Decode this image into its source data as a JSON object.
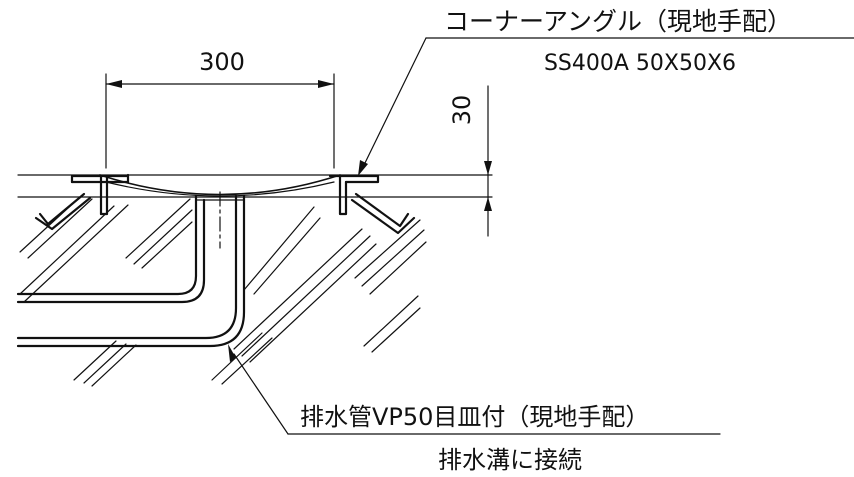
{
  "labels": {
    "corner_angle_title": "コーナーアングル（現地手配）",
    "corner_angle_spec": "SS400A 50X50X6",
    "drain_pipe_title": "排水管VP50目皿付（現地手配）",
    "drain_pipe_note": "排水溝に接続"
  },
  "dimensions": {
    "width": "300",
    "height": "30"
  }
}
